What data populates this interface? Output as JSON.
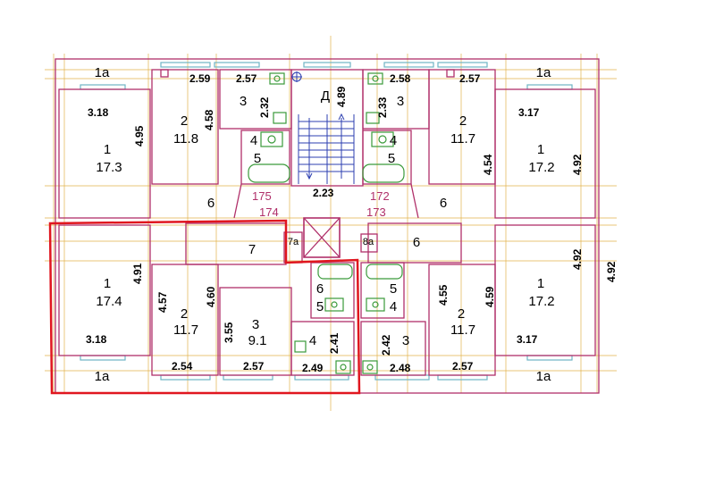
{
  "rooms": [
    {
      "id": "r1a-tl",
      "num": "1a"
    },
    {
      "id": "r1a-tr",
      "num": "1a"
    },
    {
      "id": "r1a-bl",
      "num": "1a"
    },
    {
      "id": "r1a-br",
      "num": "1a"
    },
    {
      "id": "r1-tl",
      "num": "1",
      "area": "17.3"
    },
    {
      "id": "r2-tl",
      "num": "2",
      "area": "11.8"
    },
    {
      "id": "r3-tl",
      "num": "3"
    },
    {
      "id": "r4-tl",
      "num": "4"
    },
    {
      "id": "r5-tl",
      "num": "5"
    },
    {
      "id": "r6-tl",
      "num": "6"
    },
    {
      "id": "rD",
      "num": "Д"
    },
    {
      "id": "r3-tr",
      "num": "3"
    },
    {
      "id": "r4-tr",
      "num": "4"
    },
    {
      "id": "r5-tr",
      "num": "5"
    },
    {
      "id": "r2-tr",
      "num": "2",
      "area": "11.7"
    },
    {
      "id": "r1-tr",
      "num": "1",
      "area": "17.2"
    },
    {
      "id": "r6-tr",
      "num": "6"
    },
    {
      "id": "r7-bl",
      "num": "7"
    },
    {
      "id": "r7a-bl",
      "num": "7а"
    },
    {
      "id": "r6-bl",
      "num": "6"
    },
    {
      "id": "r5-bl",
      "num": "5"
    },
    {
      "id": "r4-bl",
      "num": "4"
    },
    {
      "id": "r3-bl",
      "num": "3",
      "area": "9.1"
    },
    {
      "id": "r2-bl",
      "num": "2",
      "area": "11.7"
    },
    {
      "id": "r1-bl",
      "num": "1",
      "area": "17.4"
    },
    {
      "id": "r6-br",
      "num": "6"
    },
    {
      "id": "r8a-br",
      "num": "8а"
    },
    {
      "id": "r5-br",
      "num": "5"
    },
    {
      "id": "r4-br",
      "num": "4"
    },
    {
      "id": "r3-br",
      "num": "3"
    },
    {
      "id": "r2-br",
      "num": "2",
      "area": "11.7"
    },
    {
      "id": "r1-br",
      "num": "1",
      "area": "17.2"
    }
  ],
  "dimensions": [
    "2.59",
    "4.58",
    "2.57",
    "2.32",
    "4.89",
    "2.33",
    "2.58",
    "2.57",
    "3.18",
    "4.95",
    "3.17",
    "4.54",
    "4.92",
    "2.23",
    "4.91",
    "4.57",
    "4.60",
    "3.55",
    "2.41",
    "2.42",
    "4.55",
    "4.59",
    "4.92",
    "4.92",
    "3.18",
    "2.54",
    "2.57",
    "2.49",
    "2.48",
    "2.57",
    "3.17"
  ],
  "marks": [
    "175",
    "174",
    "172",
    "173"
  ],
  "colors": {
    "wall": "#b0306a",
    "grid": "#e2b24a",
    "fixture": "#3a9a3a",
    "highlight": "#e0161f",
    "window": "#6fb5c5"
  }
}
